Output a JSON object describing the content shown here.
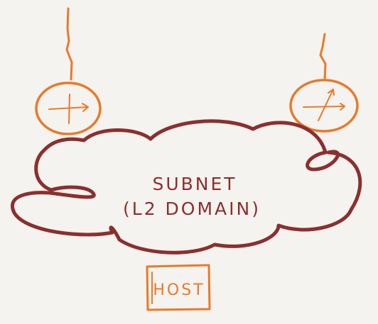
{
  "diagram": {
    "cloud": {
      "label_line1": "SUBNET",
      "label_line2": "(L2 DOMAIN)"
    },
    "host": {
      "label": "HOST"
    },
    "routers": [
      {
        "name": "router-left",
        "icon": "router-icon"
      },
      {
        "name": "router-right",
        "icon": "router-icon"
      }
    ],
    "links": [
      {
        "name": "uplink-left",
        "icon": "lightning-link"
      },
      {
        "name": "uplink-right",
        "icon": "lightning-link"
      }
    ]
  },
  "colors": {
    "background": "#f5f3ef",
    "cloud": "#8b2f2f",
    "accent": "#e87a2a"
  }
}
